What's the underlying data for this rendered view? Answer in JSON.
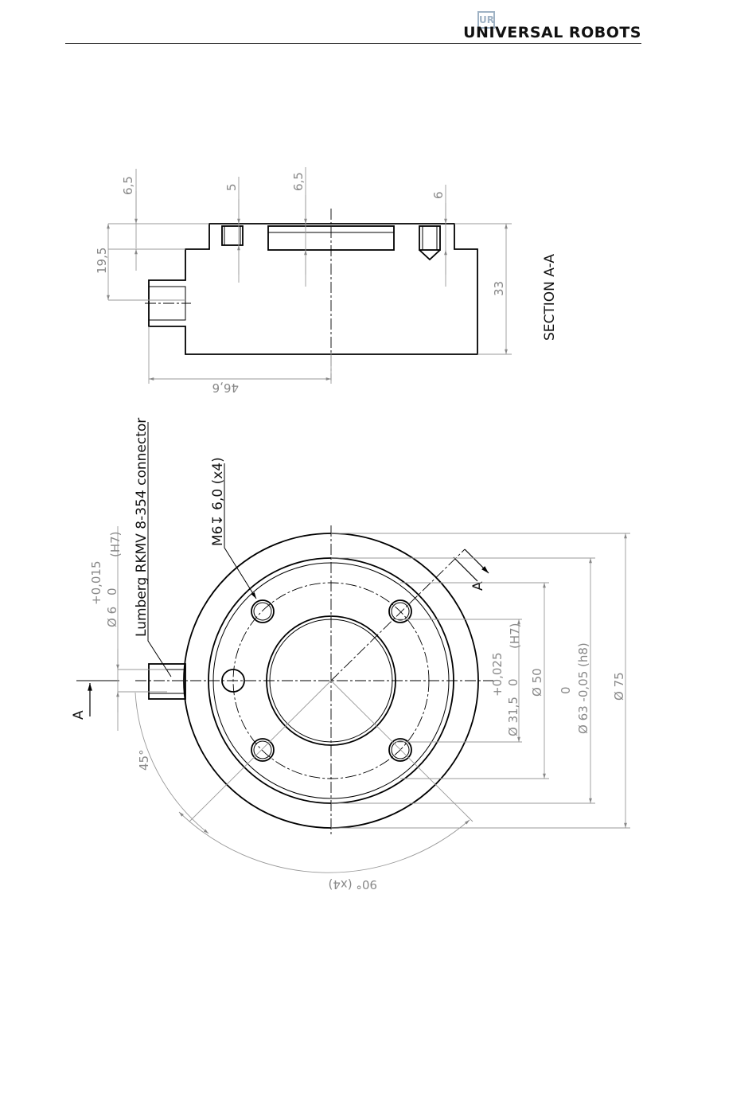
{
  "header": {
    "brand": "UNIVERSAL ROBOTS",
    "logo_mark": "UR",
    "rule_color": "#222222"
  },
  "section_view": {
    "title": "SECTION A-A",
    "dims": {
      "d_6_5_left": "6,5",
      "d_5": "5",
      "d_6_5_mid": "6,5",
      "d_6": "6",
      "d_19_5": "19,5",
      "d_33": "33",
      "d_46_6": "46,6"
    }
  },
  "plan_view": {
    "section_marker": "A",
    "connector_label": "Lumberg RKMV 8-354 connector",
    "thread_label": "M6↧ 6,0 (x4)",
    "dims": {
      "hole_6": {
        "tol_upper": "+0,015",
        "tol_lower": "0",
        "value": "Ø 6",
        "fit": "(H7)"
      },
      "bore_31_5": {
        "tol_upper": "+0,025",
        "tol_lower": "0",
        "value": "Ø 31,5",
        "fit": "(H7)"
      },
      "pcd_50": "Ø 50",
      "od_63": {
        "tol_upper": "0",
        "value": "Ø 63 -0,05 (h8)"
      },
      "od_75": "Ø 75",
      "angle_45": "45°",
      "angle_90": "90° (x4)"
    }
  },
  "colors": {
    "hatch": "#000000",
    "dimension": "#888888"
  }
}
